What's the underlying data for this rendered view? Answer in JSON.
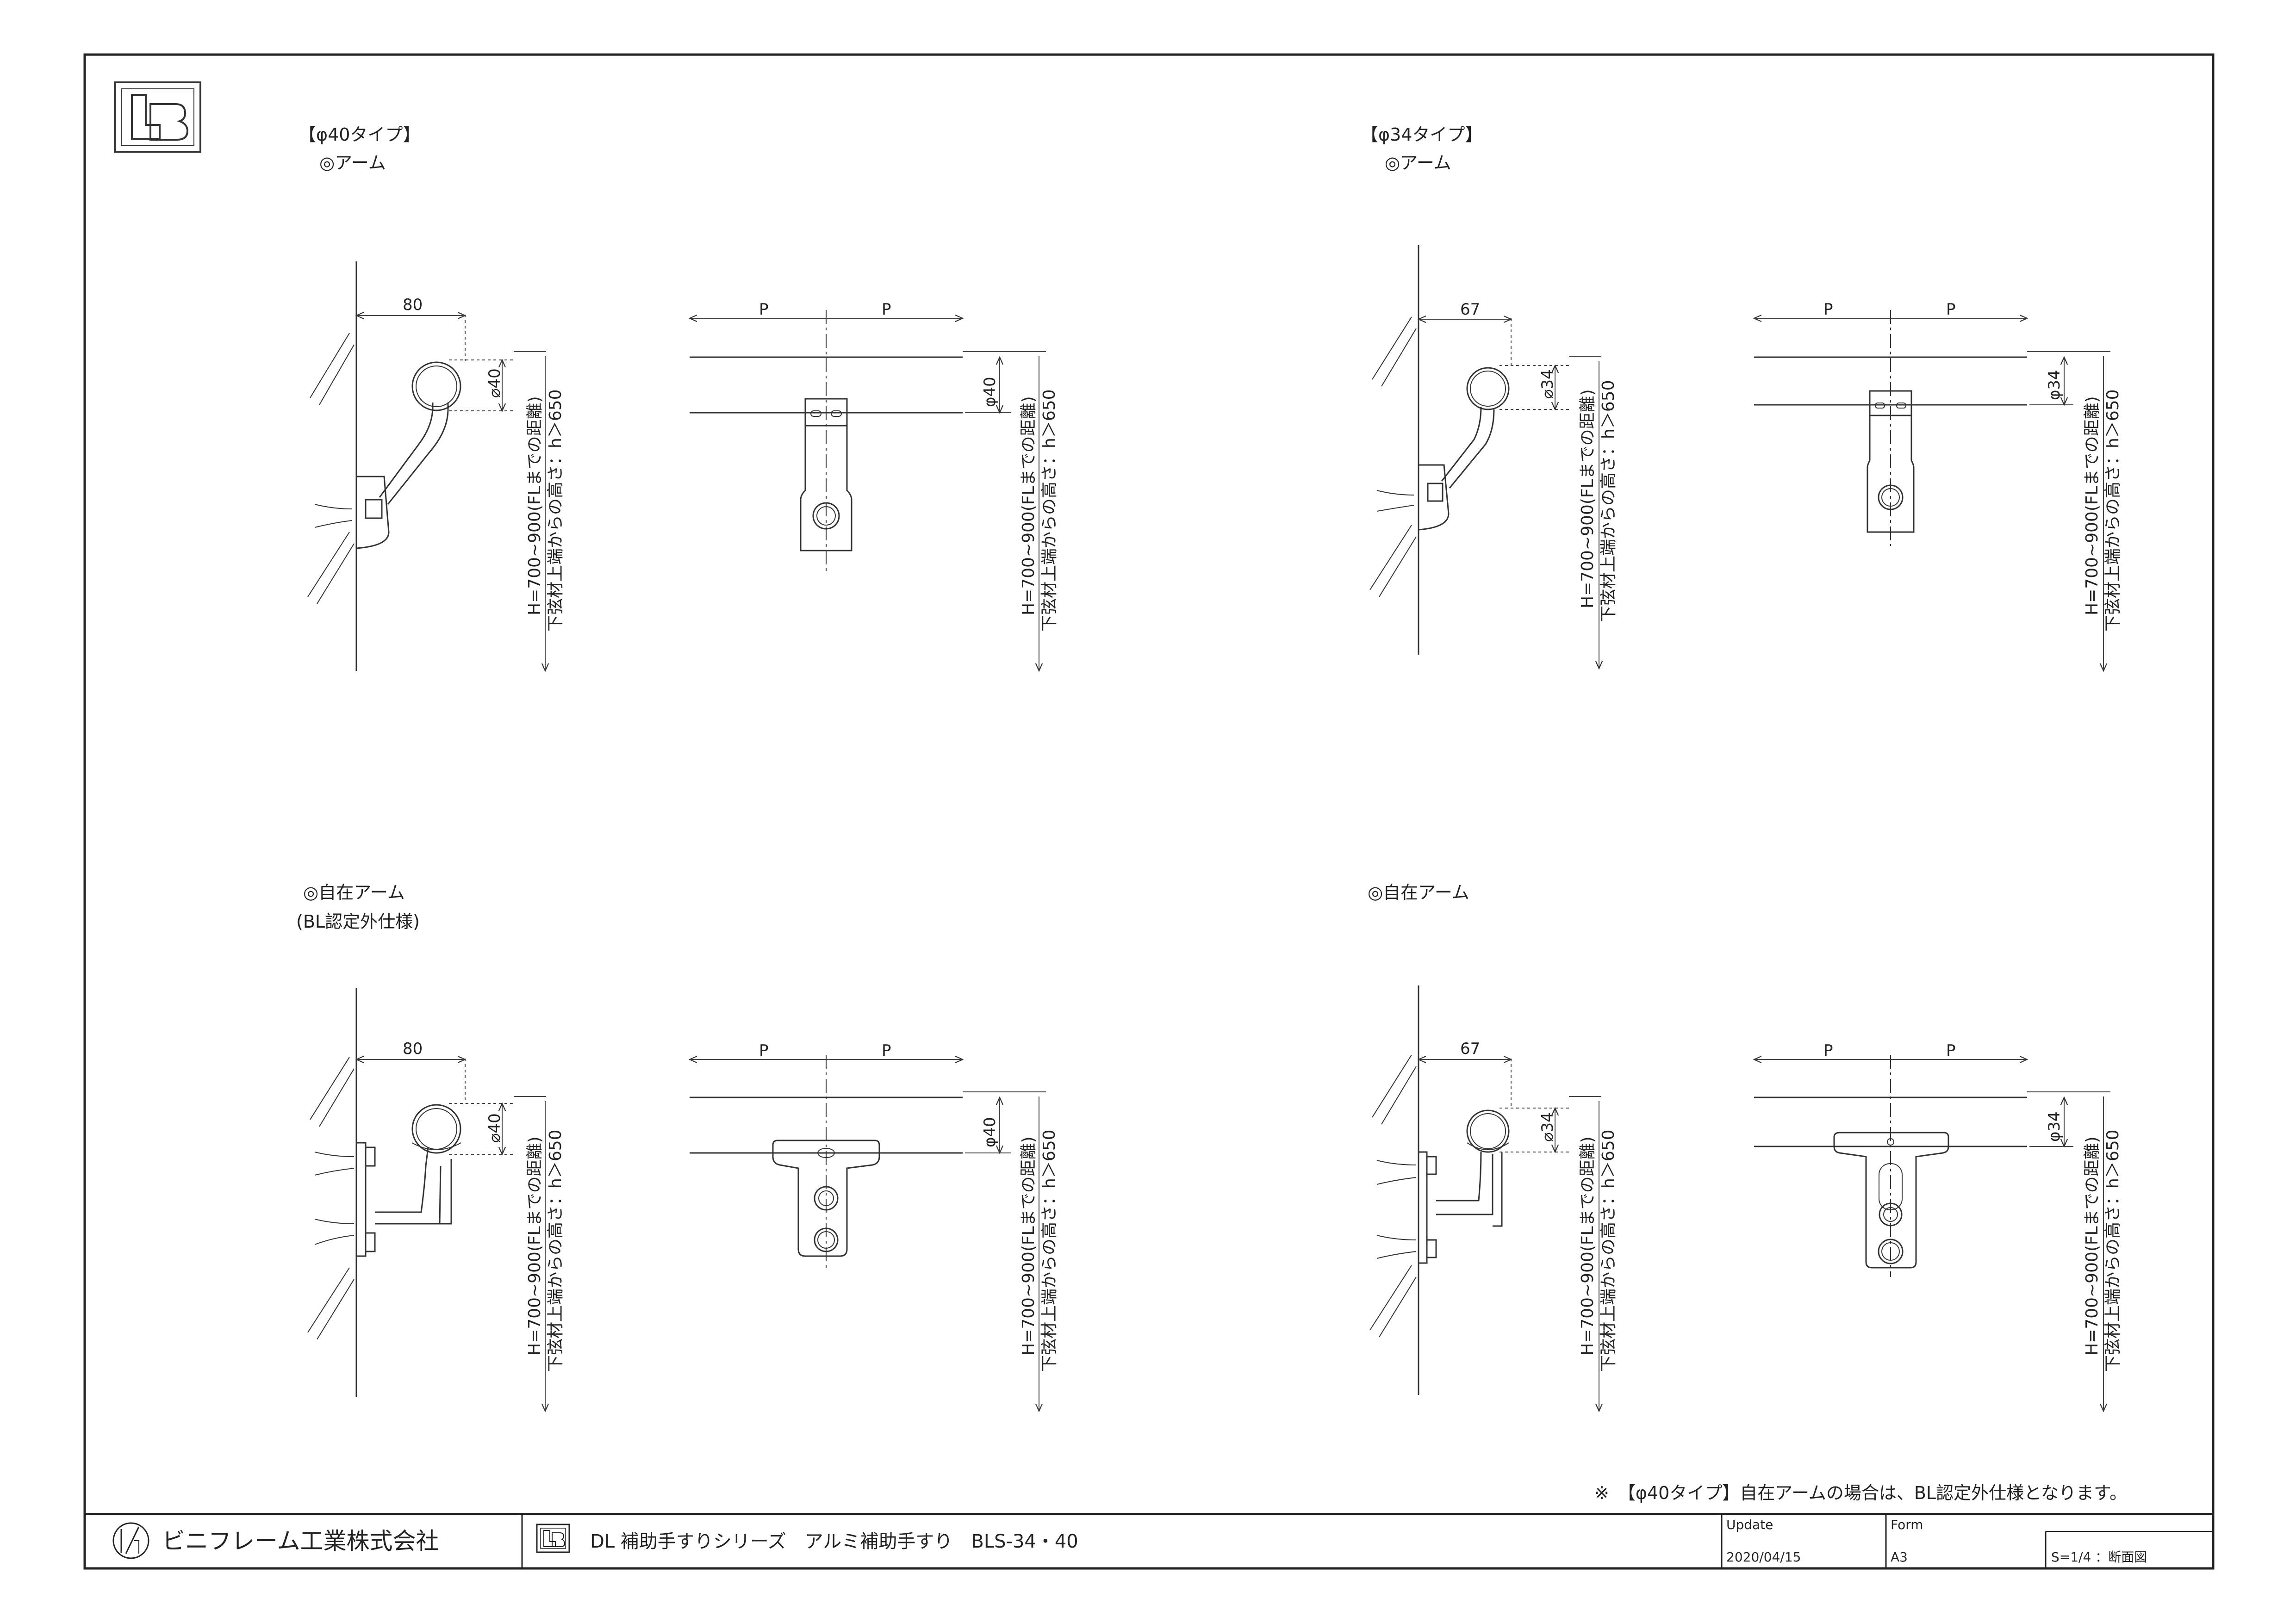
{
  "sections": [
    {
      "title": "【φ40タイプ】",
      "subtitle": "◎アーム"
    },
    {
      "title": "【φ34タイプ】",
      "subtitle": "◎アーム"
    },
    {
      "title": "◎自在アーム",
      "subtitle": "(BL認定外仕様)"
    },
    {
      "title": "◎自在アーム",
      "subtitle": ""
    }
  ],
  "dims": {
    "arm_offset_40": "80",
    "arm_offset_34": "67",
    "pitch": "P",
    "dia40_side": "⌀40",
    "dia34_side": "⌀34",
    "dia40_front": "φ40",
    "dia34_front": "φ34",
    "height_line1": "H=700~900(FLまでの距離)",
    "height_line2": "下弦材上端からの高さ：h＞650"
  },
  "note": "※　【φ40タイプ】自在アームの場合は、BL認定外仕様となります。",
  "title_block": {
    "company": "ビニフレーム工業株式会社",
    "product": "DL 補助手すりシリーズ　アルミ補助手すり　BLS-34・40",
    "update_label": "Update",
    "update_value": "2020/04/15",
    "form_label": "Form",
    "form_value": "A3",
    "scale": "S=1/4 ：断面図"
  }
}
